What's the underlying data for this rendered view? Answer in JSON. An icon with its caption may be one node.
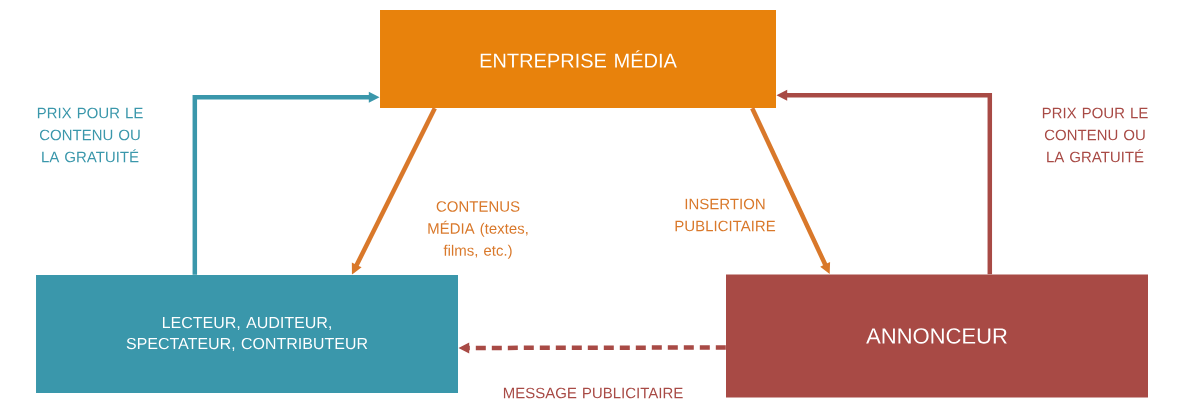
{
  "diagram": {
    "nodes": [
      {
        "text": [
          "ENTREPRISE MÉDIA"
        ]
      },
      {
        "text": [
          "LECTEUR, AUDITEUR, SPECTATEUR, CONTRIBUTEUR"
        ]
      },
      {
        "text": [
          "ANNONCEUR"
        ]
      }
    ],
    "edges": [
      {
        "from": 1,
        "to": 0,
        "arrow": "to",
        "label": "PRIX POUR LE CONTENU OU LA GRATUITÉ",
        "color": "#3a97ab"
      },
      {
        "from": 0,
        "to": 1,
        "arrow": "to",
        "label": "CONTENUS MÉDIA (textes, films, etc.)",
        "color": "#d9782a"
      },
      {
        "from": 0,
        "to": 2,
        "arrow": "to",
        "label": "INSERTION PUBLICITAIRE",
        "color": "#d9782a"
      },
      {
        "from": 2,
        "to": 0,
        "arrow": "to",
        "label": "PRIX POUR LE CONTENU OU LA GRATUITÉ",
        "color": "#a84a45"
      },
      {
        "from": 2,
        "to": 1,
        "arrow": "to",
        "label": "MESSAGE PUBLICITAIRE",
        "color": "#a84a45",
        "style": "dashed"
      }
    ]
  }
}
